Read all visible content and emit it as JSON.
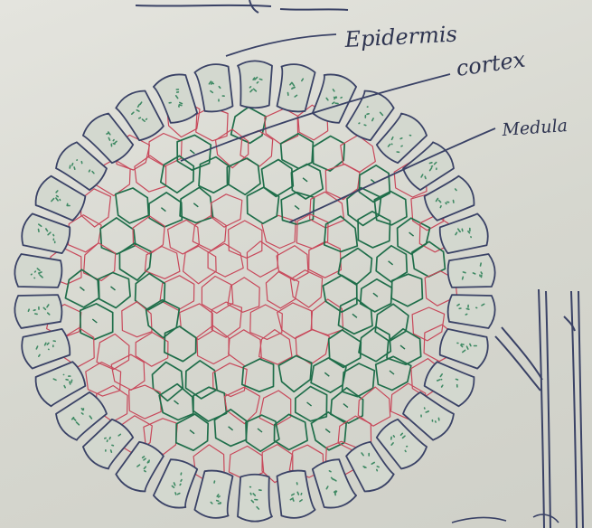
{
  "labels": {
    "epidermis": "Epidermis",
    "cortex": "cortex",
    "medulla": "Medula"
  },
  "colors": {
    "paper": "#dadad3",
    "ink_blue": "#3a4266",
    "cell_red": "#c8485a",
    "cell_green": "#1f6e4a",
    "chloroplast_green": "#3f8a64"
  },
  "regions": [
    {
      "name": "epidermis",
      "outline": "blue",
      "texture": "green speckle"
    },
    {
      "name": "cortex",
      "outline": "red",
      "texture": "green walls"
    },
    {
      "name": "medulla",
      "outline": "red",
      "texture": "none"
    }
  ]
}
